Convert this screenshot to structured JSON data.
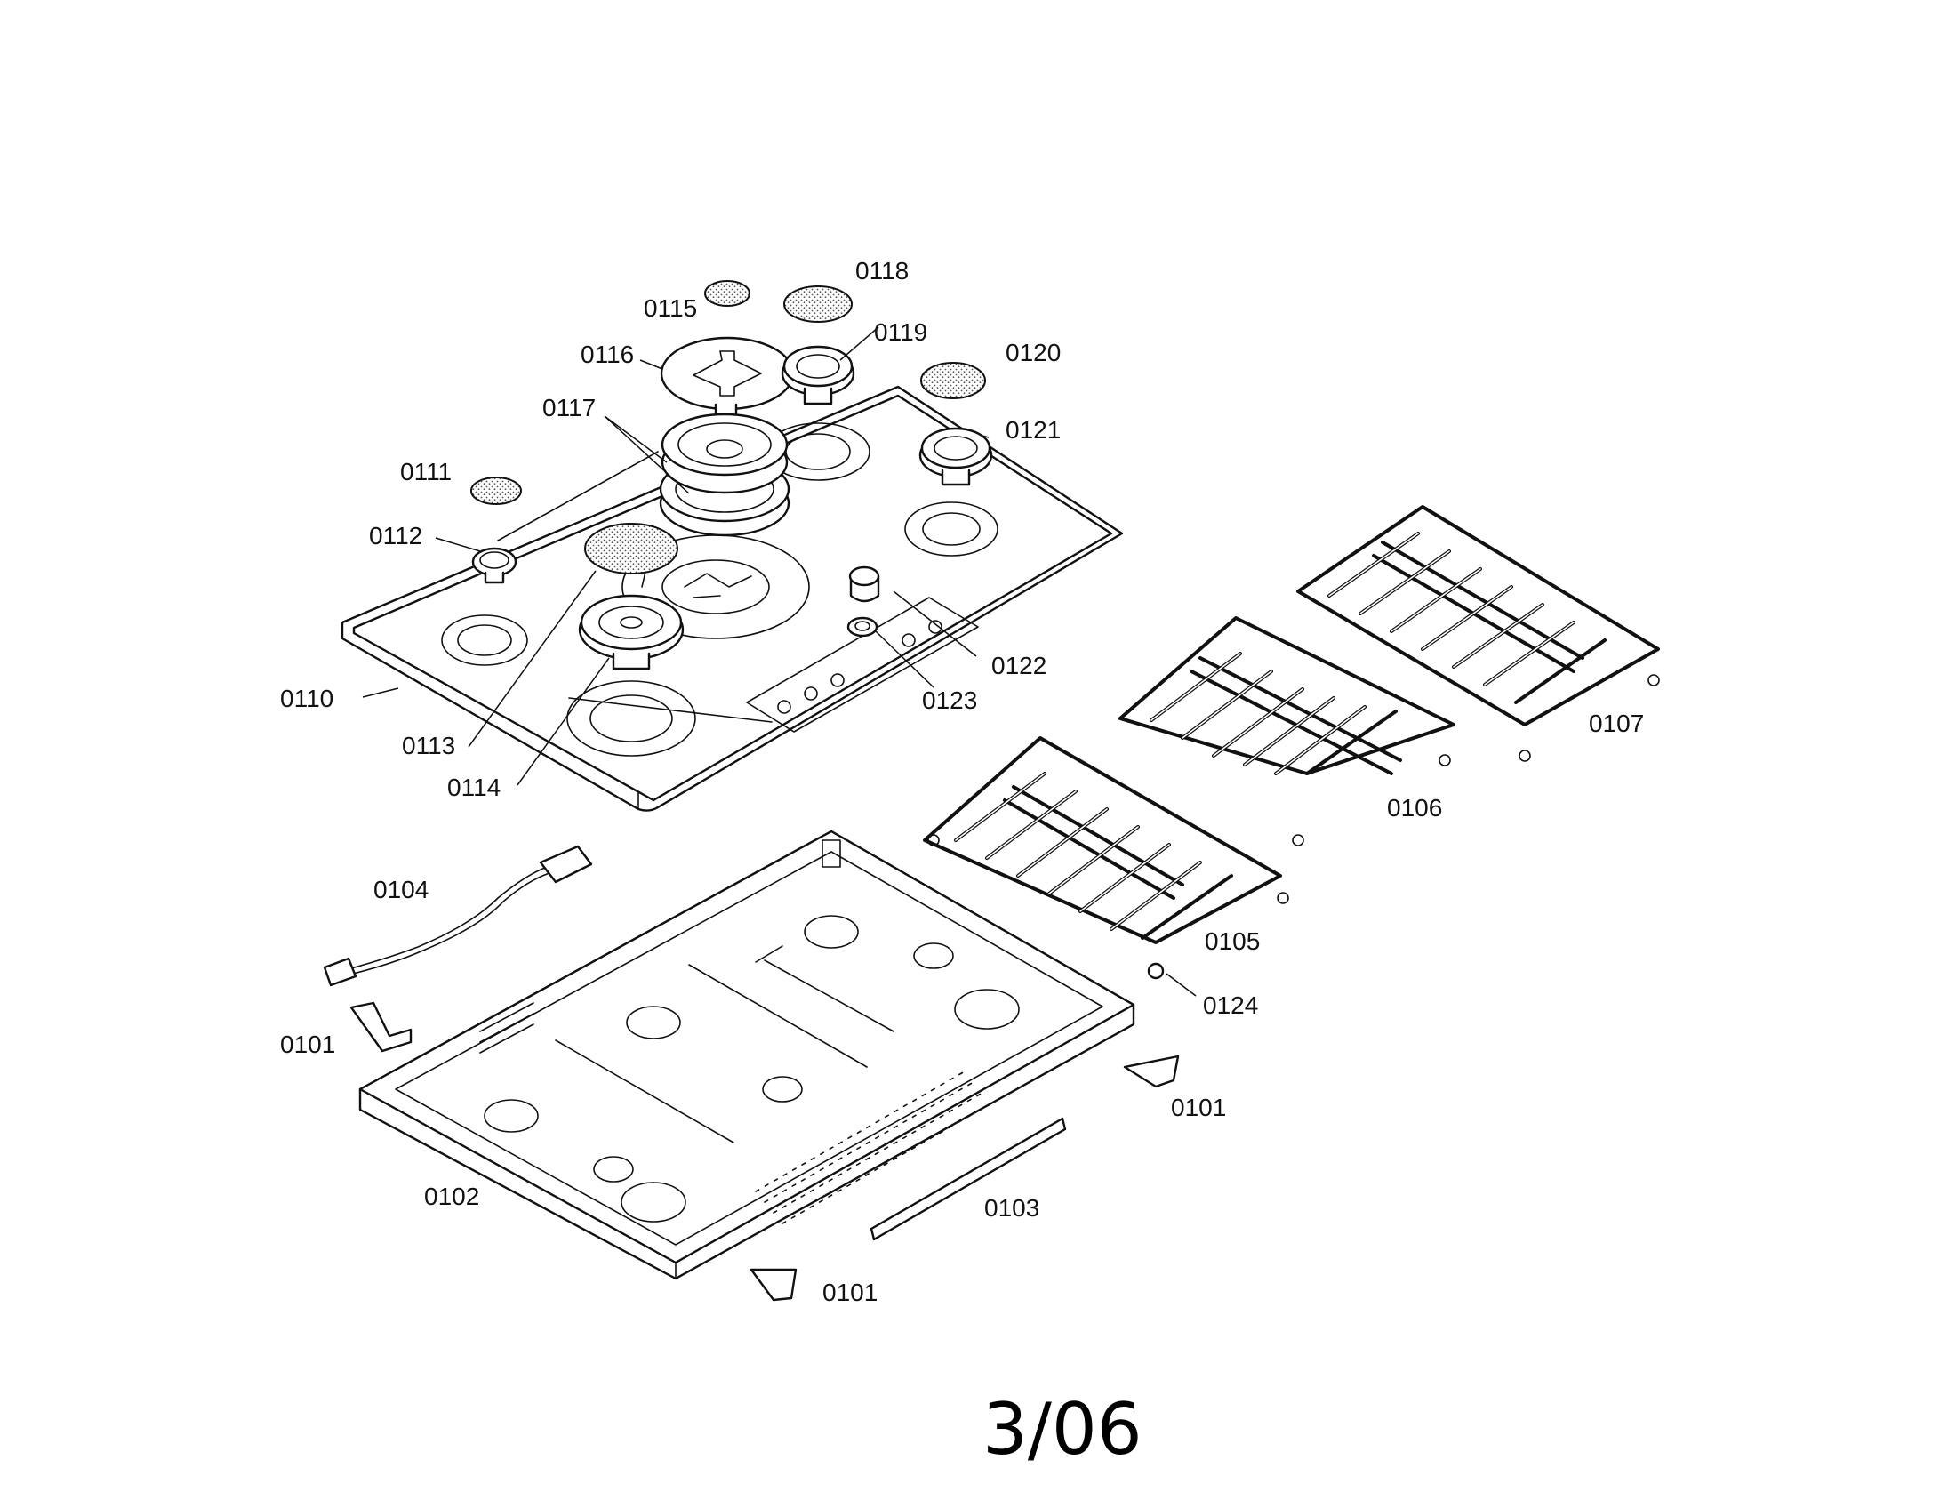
{
  "labels": {
    "p0101_a": "0101",
    "p0101_b": "0101",
    "p0101_c": "0101",
    "p0102": "0102",
    "p0103": "0103",
    "p0104": "0104",
    "p0105": "0105",
    "p0106": "0106",
    "p0107": "0107",
    "p0110": "0110",
    "p0111": "0111",
    "p0112": "0112",
    "p0113": "0113",
    "p0114": "0114",
    "p0115": "0115",
    "p0116": "0116",
    "p0117": "0117",
    "p0118": "0118",
    "p0119": "0119",
    "p0120": "0120",
    "p0121": "0121",
    "p0122": "0122",
    "p0123": "0123",
    "p0124": "0124"
  },
  "page_number": "3/06"
}
